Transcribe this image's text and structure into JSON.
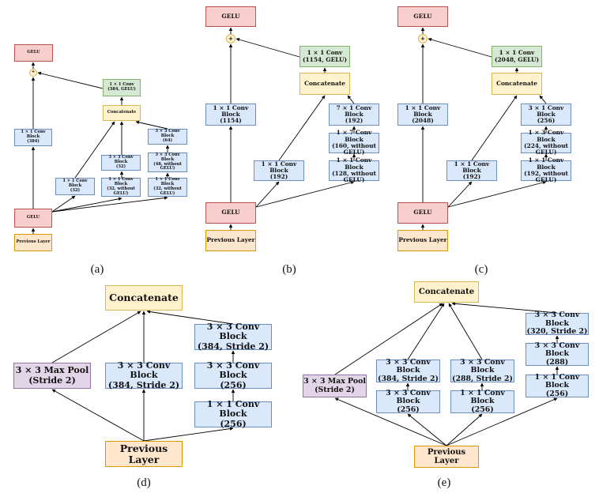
{
  "panels": {
    "a": {
      "caption": "(a)",
      "gelu_out": "GELU",
      "add": "+",
      "conv_final": "1 × 1 Conv\n(384, GELU)",
      "concat": "Concatenate",
      "branch1": "1 × 1 Conv Block\n(384)",
      "b2_c1": "1 × 1 Conv Block\n(32)",
      "b3_c1": "1 × 1 Conv Block\n(32, without\nGELU)",
      "b3_c2": "3 × 3 Conv Block\n(32)",
      "b4_c1": "1 × 1 Conv Block\n(32, without\nGELU)",
      "b4_c2": "3 × 3 Conv Block\n(48, without\nGELU)",
      "b4_c3": "3 × 3 Conv Block\n(64)",
      "gelu_in": "GELU",
      "prev": "Previous Layer"
    },
    "b": {
      "caption": "(b)",
      "gelu_out": "GELU",
      "add": "+",
      "conv_final": "1 × 1 Conv\n(1154, GELU)",
      "concat": "Concatenate",
      "branch1": "1 × 1 Conv Block\n(1154)",
      "b2_c1": "1 × 1 Conv Block\n(192)",
      "b3_c1": "1 × 1 Conv Block\n(128, without\nGELU)",
      "b3_c2": "1 × 7 Conv Block\n(160, without\nGELU)",
      "b3_c3": "7 × 1 Conv Block\n(192)",
      "gelu_in": "GELU",
      "prev": "Previous Layer"
    },
    "c": {
      "caption": "(c)",
      "gelu_out": "GELU",
      "add": "+",
      "conv_final": "1 × 1 Conv\n(2048, GELU)",
      "concat": "Concatenate",
      "branch1": "1 × 1 Conv Block\n(2048)",
      "b2_c1": "1 × 1 Conv Block\n(192)",
      "b3_c1": "1 × 1 Conv Block\n(192, without\nGELU)",
      "b3_c2": "1 × 3 Conv Block\n(224, without\nGELU)",
      "b3_c3": "3 × 1 Conv Block\n(256)",
      "gelu_in": "GELU",
      "prev": "Previous Layer"
    },
    "d": {
      "caption": "(d)",
      "concat": "Concatenate",
      "maxpool": "3 × 3 Max Pool\n(Stride 2)",
      "conv_mid": "3 × 3 Conv Block\n(384, Stride 2)",
      "b3_c1": "1 × 1 Conv Block\n(256)",
      "b3_c2": "3 × 3 Conv Block\n(256)",
      "b3_c3": "3 × 3 Conv Block\n(384, Stride 2)",
      "prev": "Previous Layer"
    },
    "e": {
      "caption": "(e)",
      "concat": "Concatenate",
      "maxpool": "3 × 3 Max Pool\n(Stride 2)",
      "b2_c1": "3 × 3 Conv Block\n(256)",
      "b2_c2": "3 × 3 Conv Block\n(384, Stride 2)",
      "b3_c1": "1 × 1 Conv Block\n(256)",
      "b3_c2": "3 × 3 Conv Block\n(288, Stride 2)",
      "b4_c1": "1 × 1 Conv Block\n(256)",
      "b4_c2": "3 × 3 Conv Block\n(288)",
      "b4_c3": "3 × 3 Conv Block\n(320, Stride 2)",
      "prev": "Previous Layer"
    }
  }
}
